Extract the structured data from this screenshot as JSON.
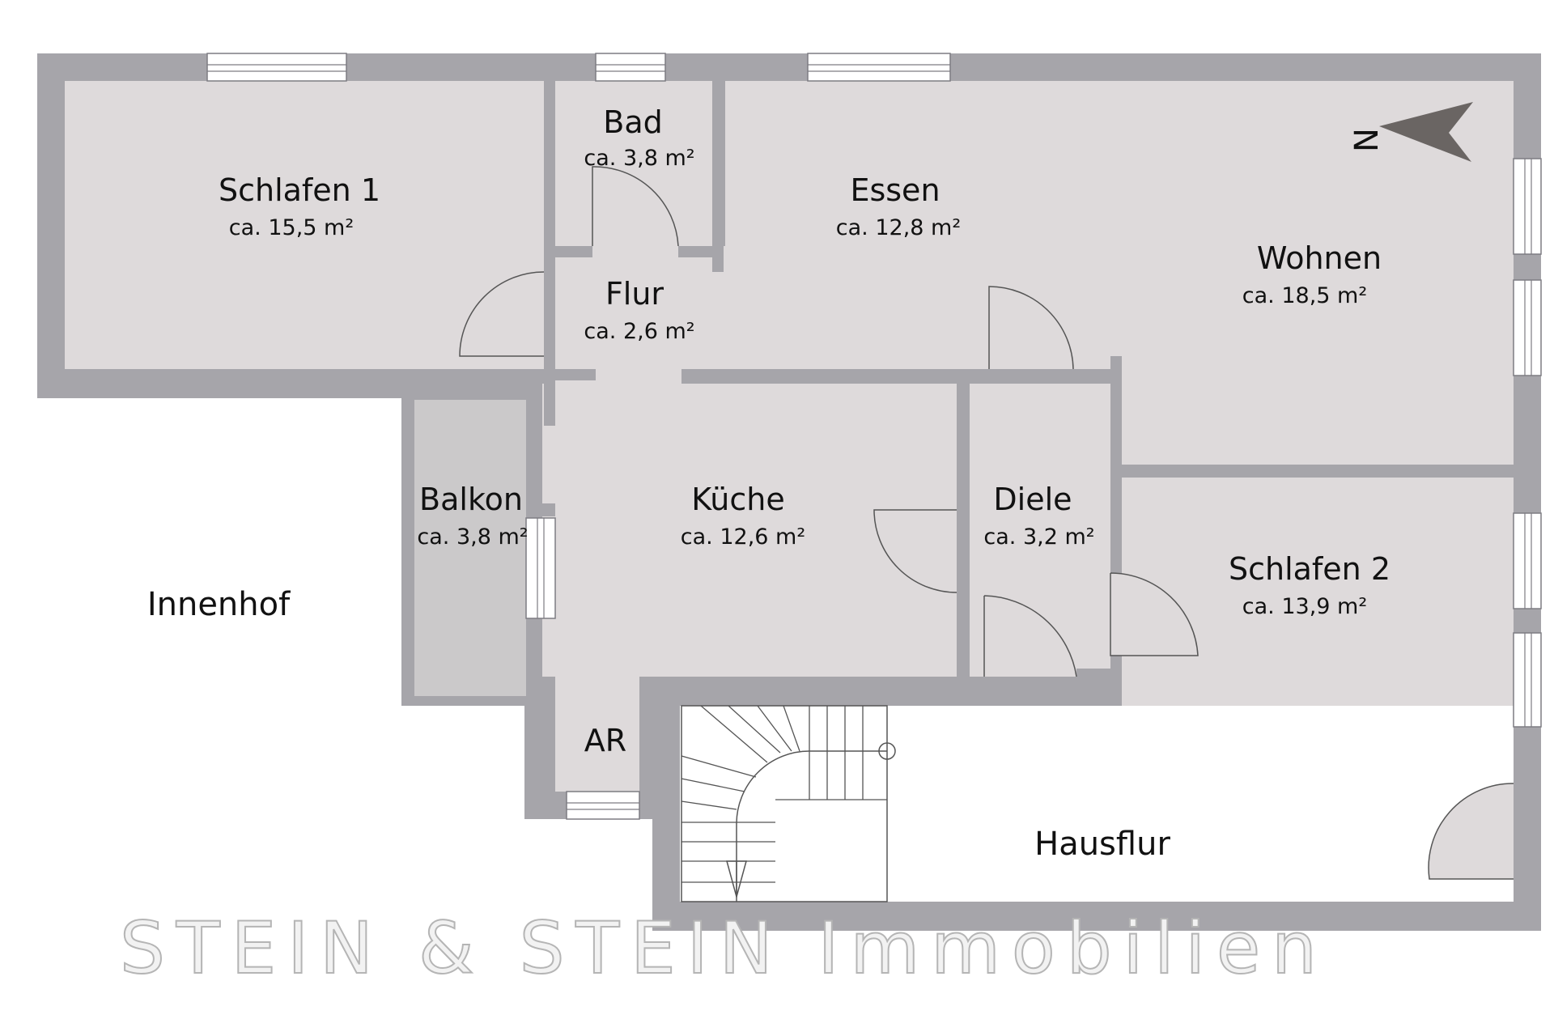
{
  "colors": {
    "wall": "#a6a5aa",
    "wall_edge": "#7d7c82",
    "floor": "#dedadb",
    "balcony": "#cbc9ca",
    "window": "#ffffff",
    "line": "#555555",
    "background": "#ffffff",
    "compass": "#6a6563",
    "watermark_fill": "#f2f2f2",
    "watermark_stroke": "#b5b5b5"
  },
  "rooms": {
    "schlafen1": {
      "name": "Schlafen 1",
      "area": "ca. 15,5 m²"
    },
    "bad": {
      "name": "Bad",
      "area": "ca. 3,8 m²"
    },
    "essen": {
      "name": "Essen",
      "area": "ca. 12,8 m²"
    },
    "wohnen": {
      "name": "Wohnen",
      "area": "ca. 18,5 m²"
    },
    "flur": {
      "name": "Flur",
      "area": "ca. 2,6 m²"
    },
    "balkon": {
      "name": "Balkon",
      "area": "ca. 3,8 m²"
    },
    "kueche": {
      "name": "Küche",
      "area": "ca. 12,6 m²"
    },
    "diele": {
      "name": "Diele",
      "area": "ca. 3,2 m²"
    },
    "schlafen2": {
      "name": "Schlafen 2",
      "area": "ca. 13,9 m²"
    },
    "ar": {
      "name": "AR"
    }
  },
  "labels": {
    "innenhof": "Innenhof",
    "hausflur": "Hausflur"
  },
  "compass": {
    "letter": "N",
    "icon": "north-arrow-icon"
  },
  "watermark": "STEIN & STEIN Immobilien"
}
